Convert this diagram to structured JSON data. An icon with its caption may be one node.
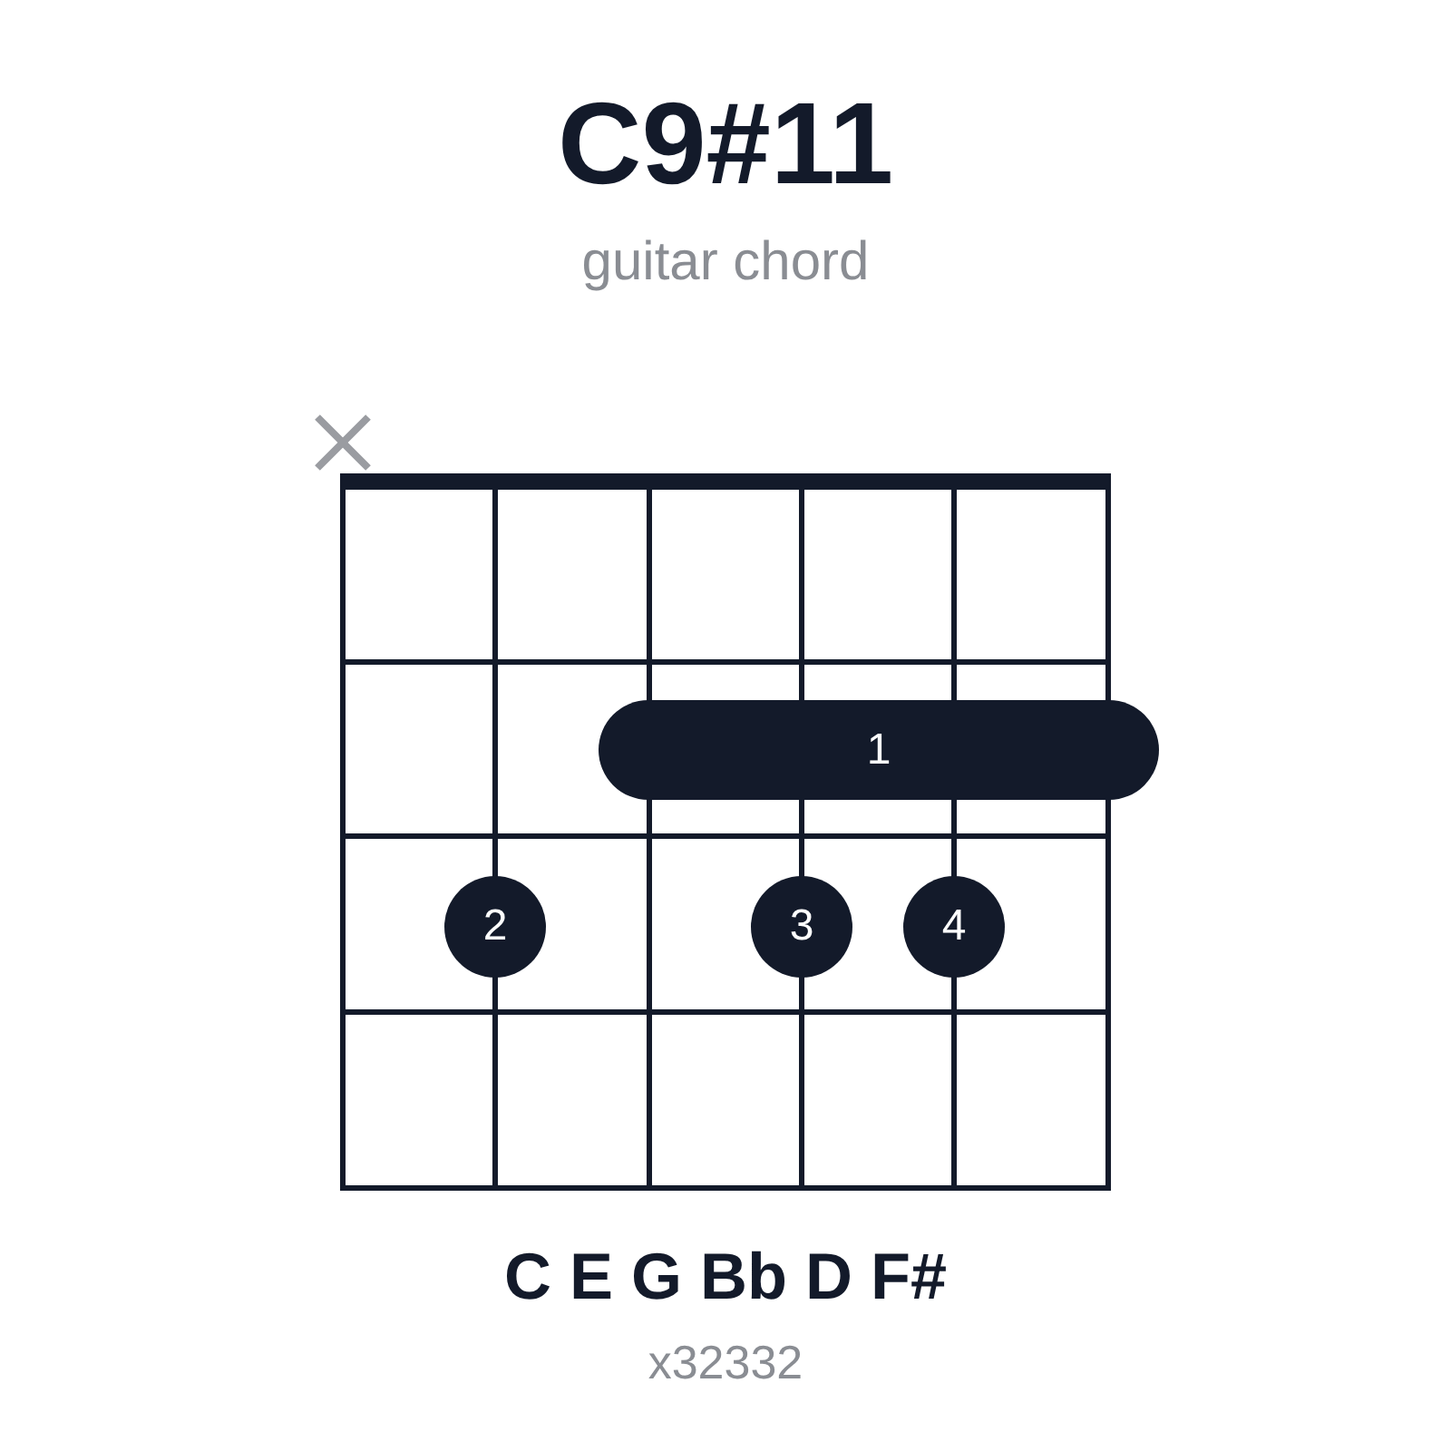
{
  "diagram": {
    "title": "C9#11",
    "nodes": [
      {
        "text": [
          "1"
        ]
      },
      {
        "text": [
          "2"
        ]
      },
      {
        "text": [
          "3"
        ]
      },
      {
        "text": [
          "4"
        ]
      }
    ],
    "labels": [
      "guitar chord",
      "C E G Bb D F#",
      "x32332"
    ]
  }
}
